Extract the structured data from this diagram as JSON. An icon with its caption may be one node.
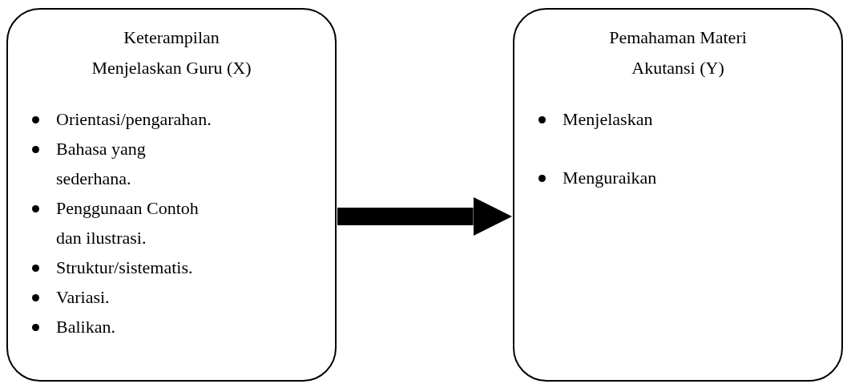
{
  "diagram": {
    "nodes": [
      {
        "text": [
          "Keterampilan Menjelaskan Guru (X)",
          "Orientasi/pengarahan.",
          "Bahasa yang sederhana.",
          "Penggunaan Contoh dan ilustrasi.",
          "Struktur/sistematis.",
          "Variasi.",
          "Balikan."
        ]
      },
      {
        "text": [
          "Pemahaman Materi Akutansi (Y)",
          "Menjelaskan",
          "Menguraikan"
        ]
      }
    ],
    "edges": [
      {
        "from": 0,
        "to": 1,
        "arrow": "to"
      }
    ]
  }
}
